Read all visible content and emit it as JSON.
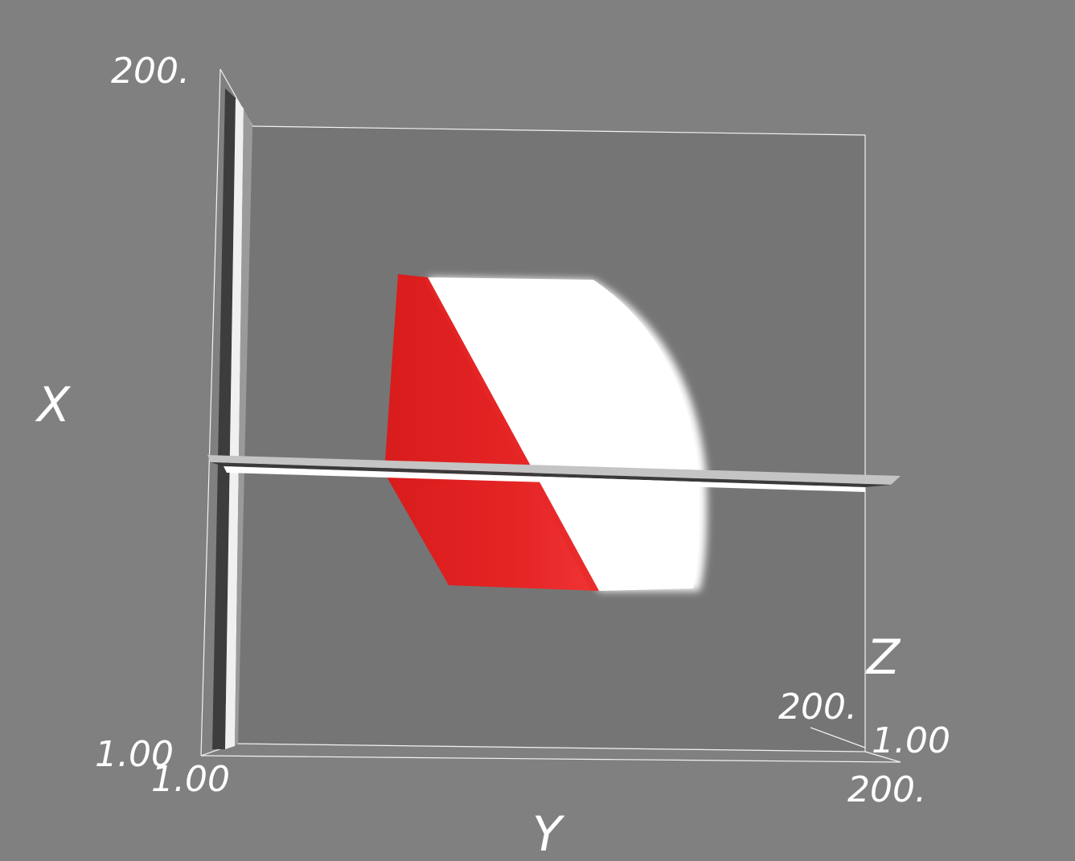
{
  "scene": {
    "background_color": "#808080",
    "box_face_color": "#757575",
    "slice_color": "#e02020",
    "volume_color": "#ffffff"
  },
  "axes": {
    "x": {
      "label": "X",
      "min_label": "1.00",
      "max_label": "200."
    },
    "y": {
      "label": "Y",
      "min_label": "1.00",
      "max_label": "200."
    },
    "z": {
      "label": "Z",
      "min_label": "1.00",
      "max_label": "200."
    }
  }
}
